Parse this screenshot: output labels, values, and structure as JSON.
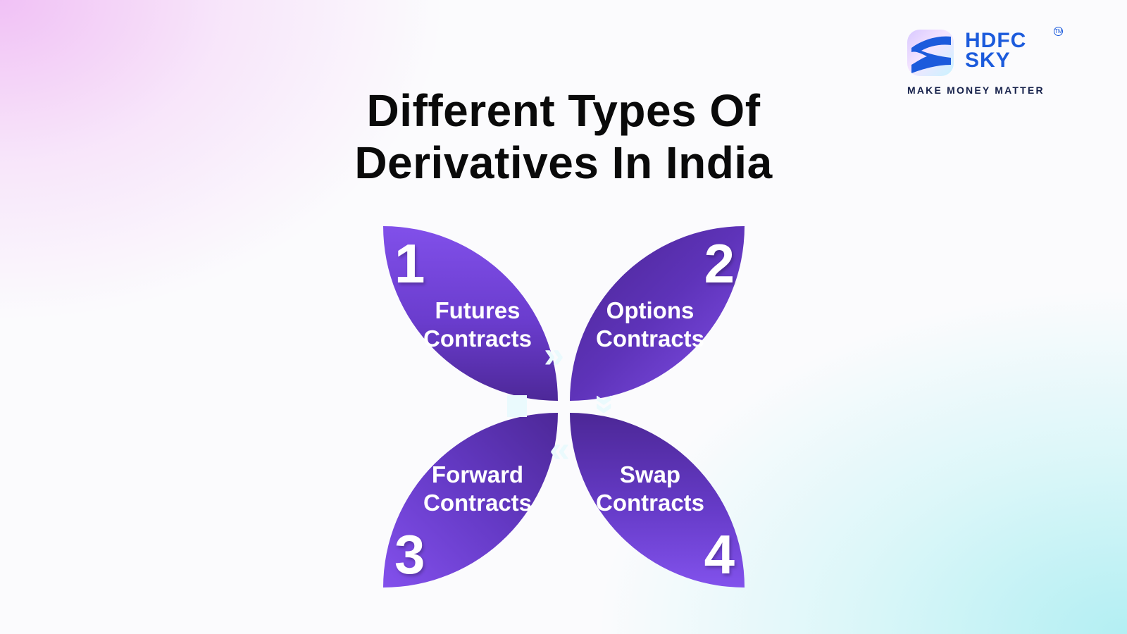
{
  "title": {
    "line1": "Different Types Of",
    "line2": "Derivatives In India"
  },
  "brand": {
    "name_line1": "HDFC",
    "name_line2": "SKY",
    "trademark": "TM",
    "tagline": "MAKE MONEY MATTER",
    "primary_color": "#1c5bdc"
  },
  "diagram": {
    "petal_color": "#6a3fcc",
    "items": [
      {
        "number": "1",
        "line1": "Futures",
        "line2": "Contracts"
      },
      {
        "number": "2",
        "line1": "Options",
        "line2": "Contracts"
      },
      {
        "number": "3",
        "line1": "Forward",
        "line2": "Contracts"
      },
      {
        "number": "4",
        "line1": "Swap",
        "line2": "Contracts"
      }
    ],
    "connectors": {
      "right": "»",
      "down": "»",
      "left": "«",
      "dash": "▬"
    }
  }
}
